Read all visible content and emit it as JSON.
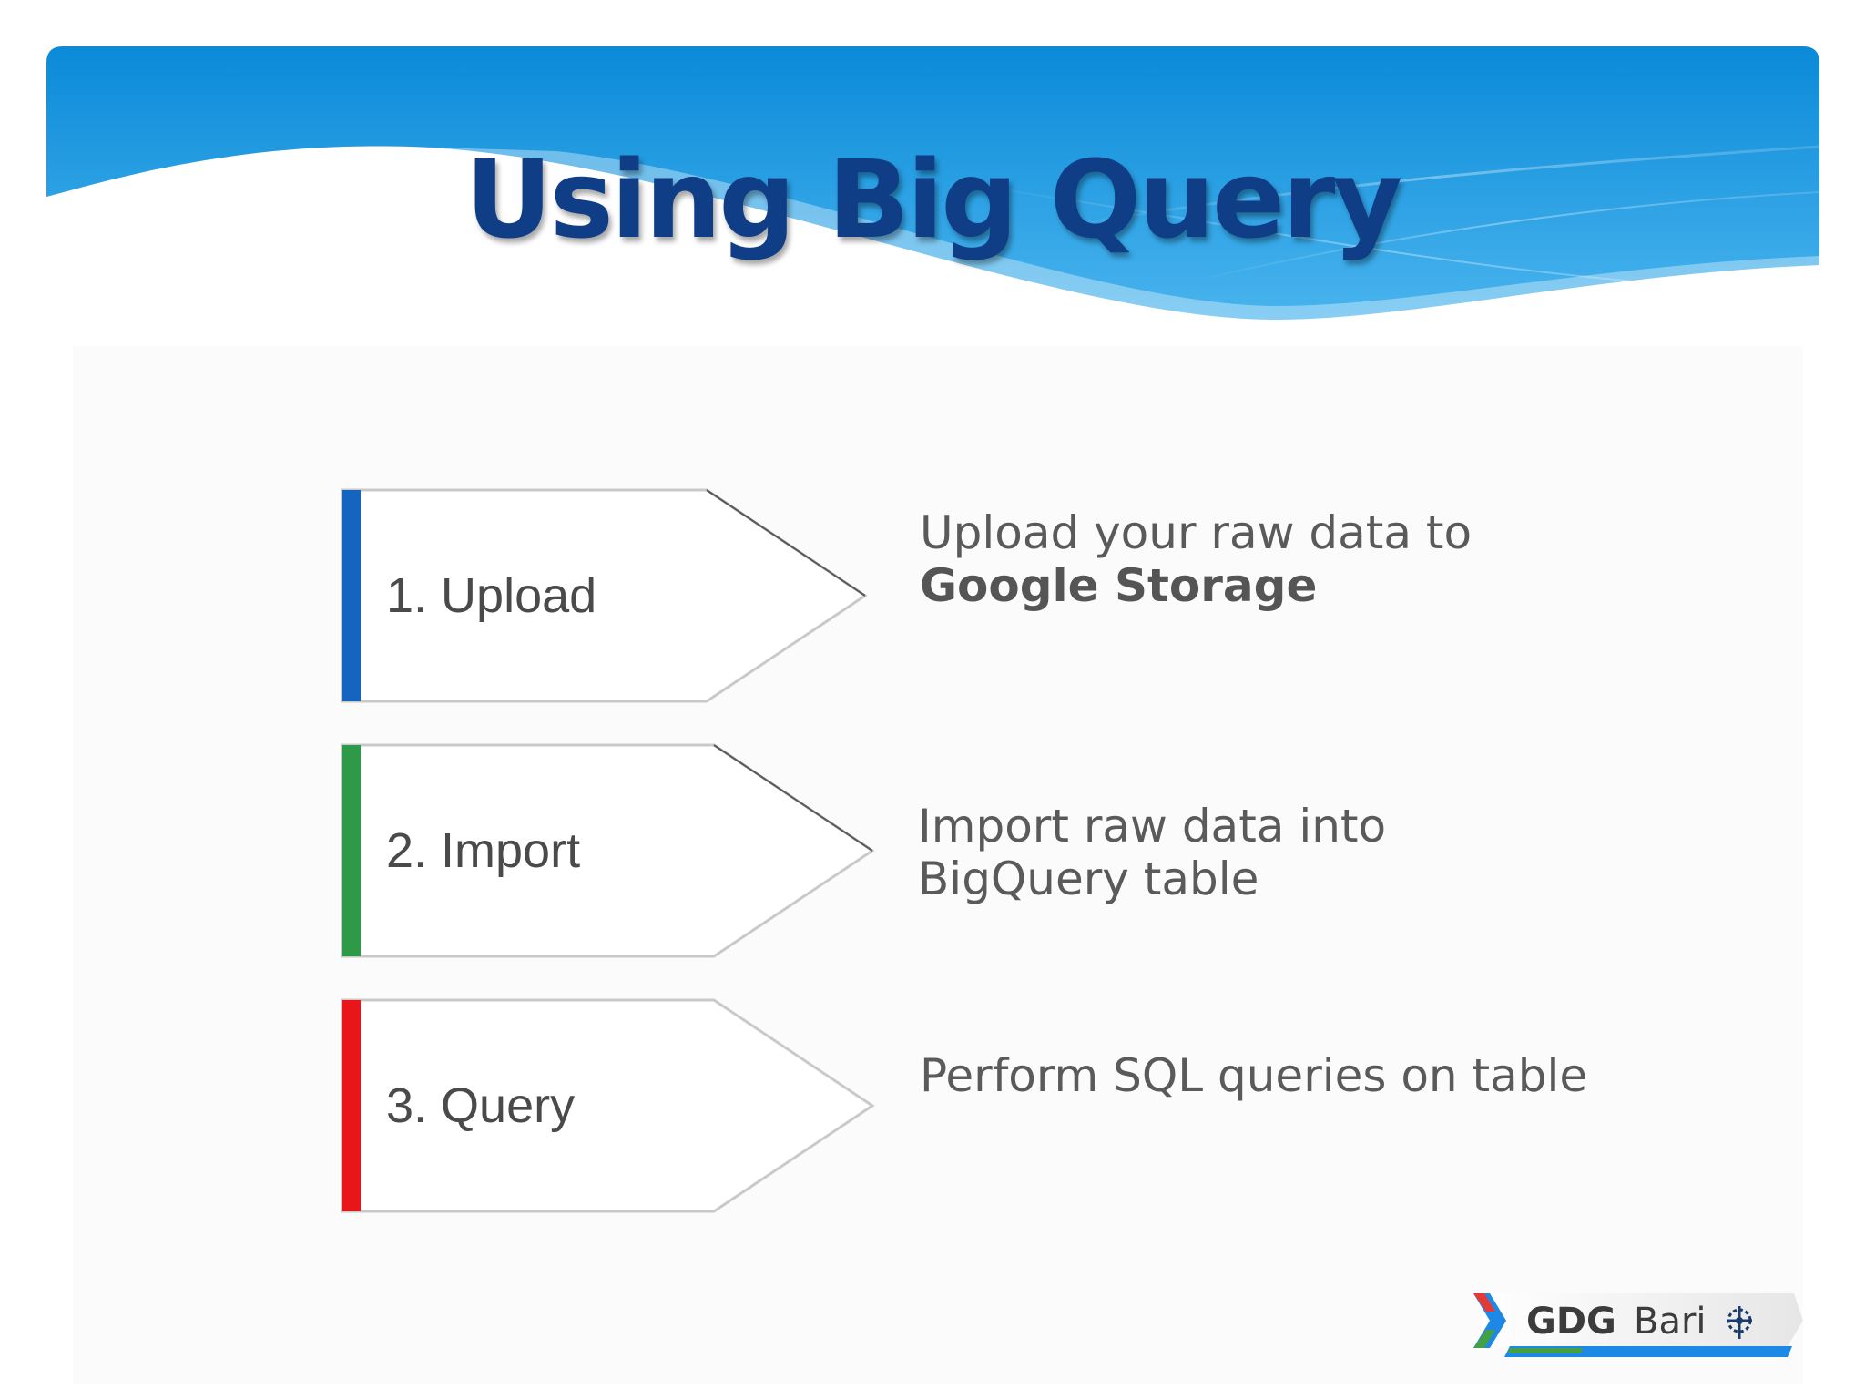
{
  "slide": {
    "title": "Using Big Query",
    "steps": [
      {
        "label": "1. Upload",
        "accent": "#1565c0",
        "description": "Upload your raw data to",
        "description_bold": "Google Storage"
      },
      {
        "label": "2. Import",
        "accent": "#2e9a47",
        "description": "Import raw data into BigQuery table",
        "description_bold": ""
      },
      {
        "label": "3. Query",
        "accent": "#e8161b",
        "description": "Perform SQL queries on table",
        "description_bold": ""
      }
    ],
    "logo": {
      "text_gdg": "GDG",
      "text_bari": "Bari"
    }
  },
  "colors": {
    "banner_dark": "#0d8fdd",
    "banner_light": "#5cc0f2",
    "title": "#0f3d86",
    "step_outline": "#c9c9c9"
  }
}
